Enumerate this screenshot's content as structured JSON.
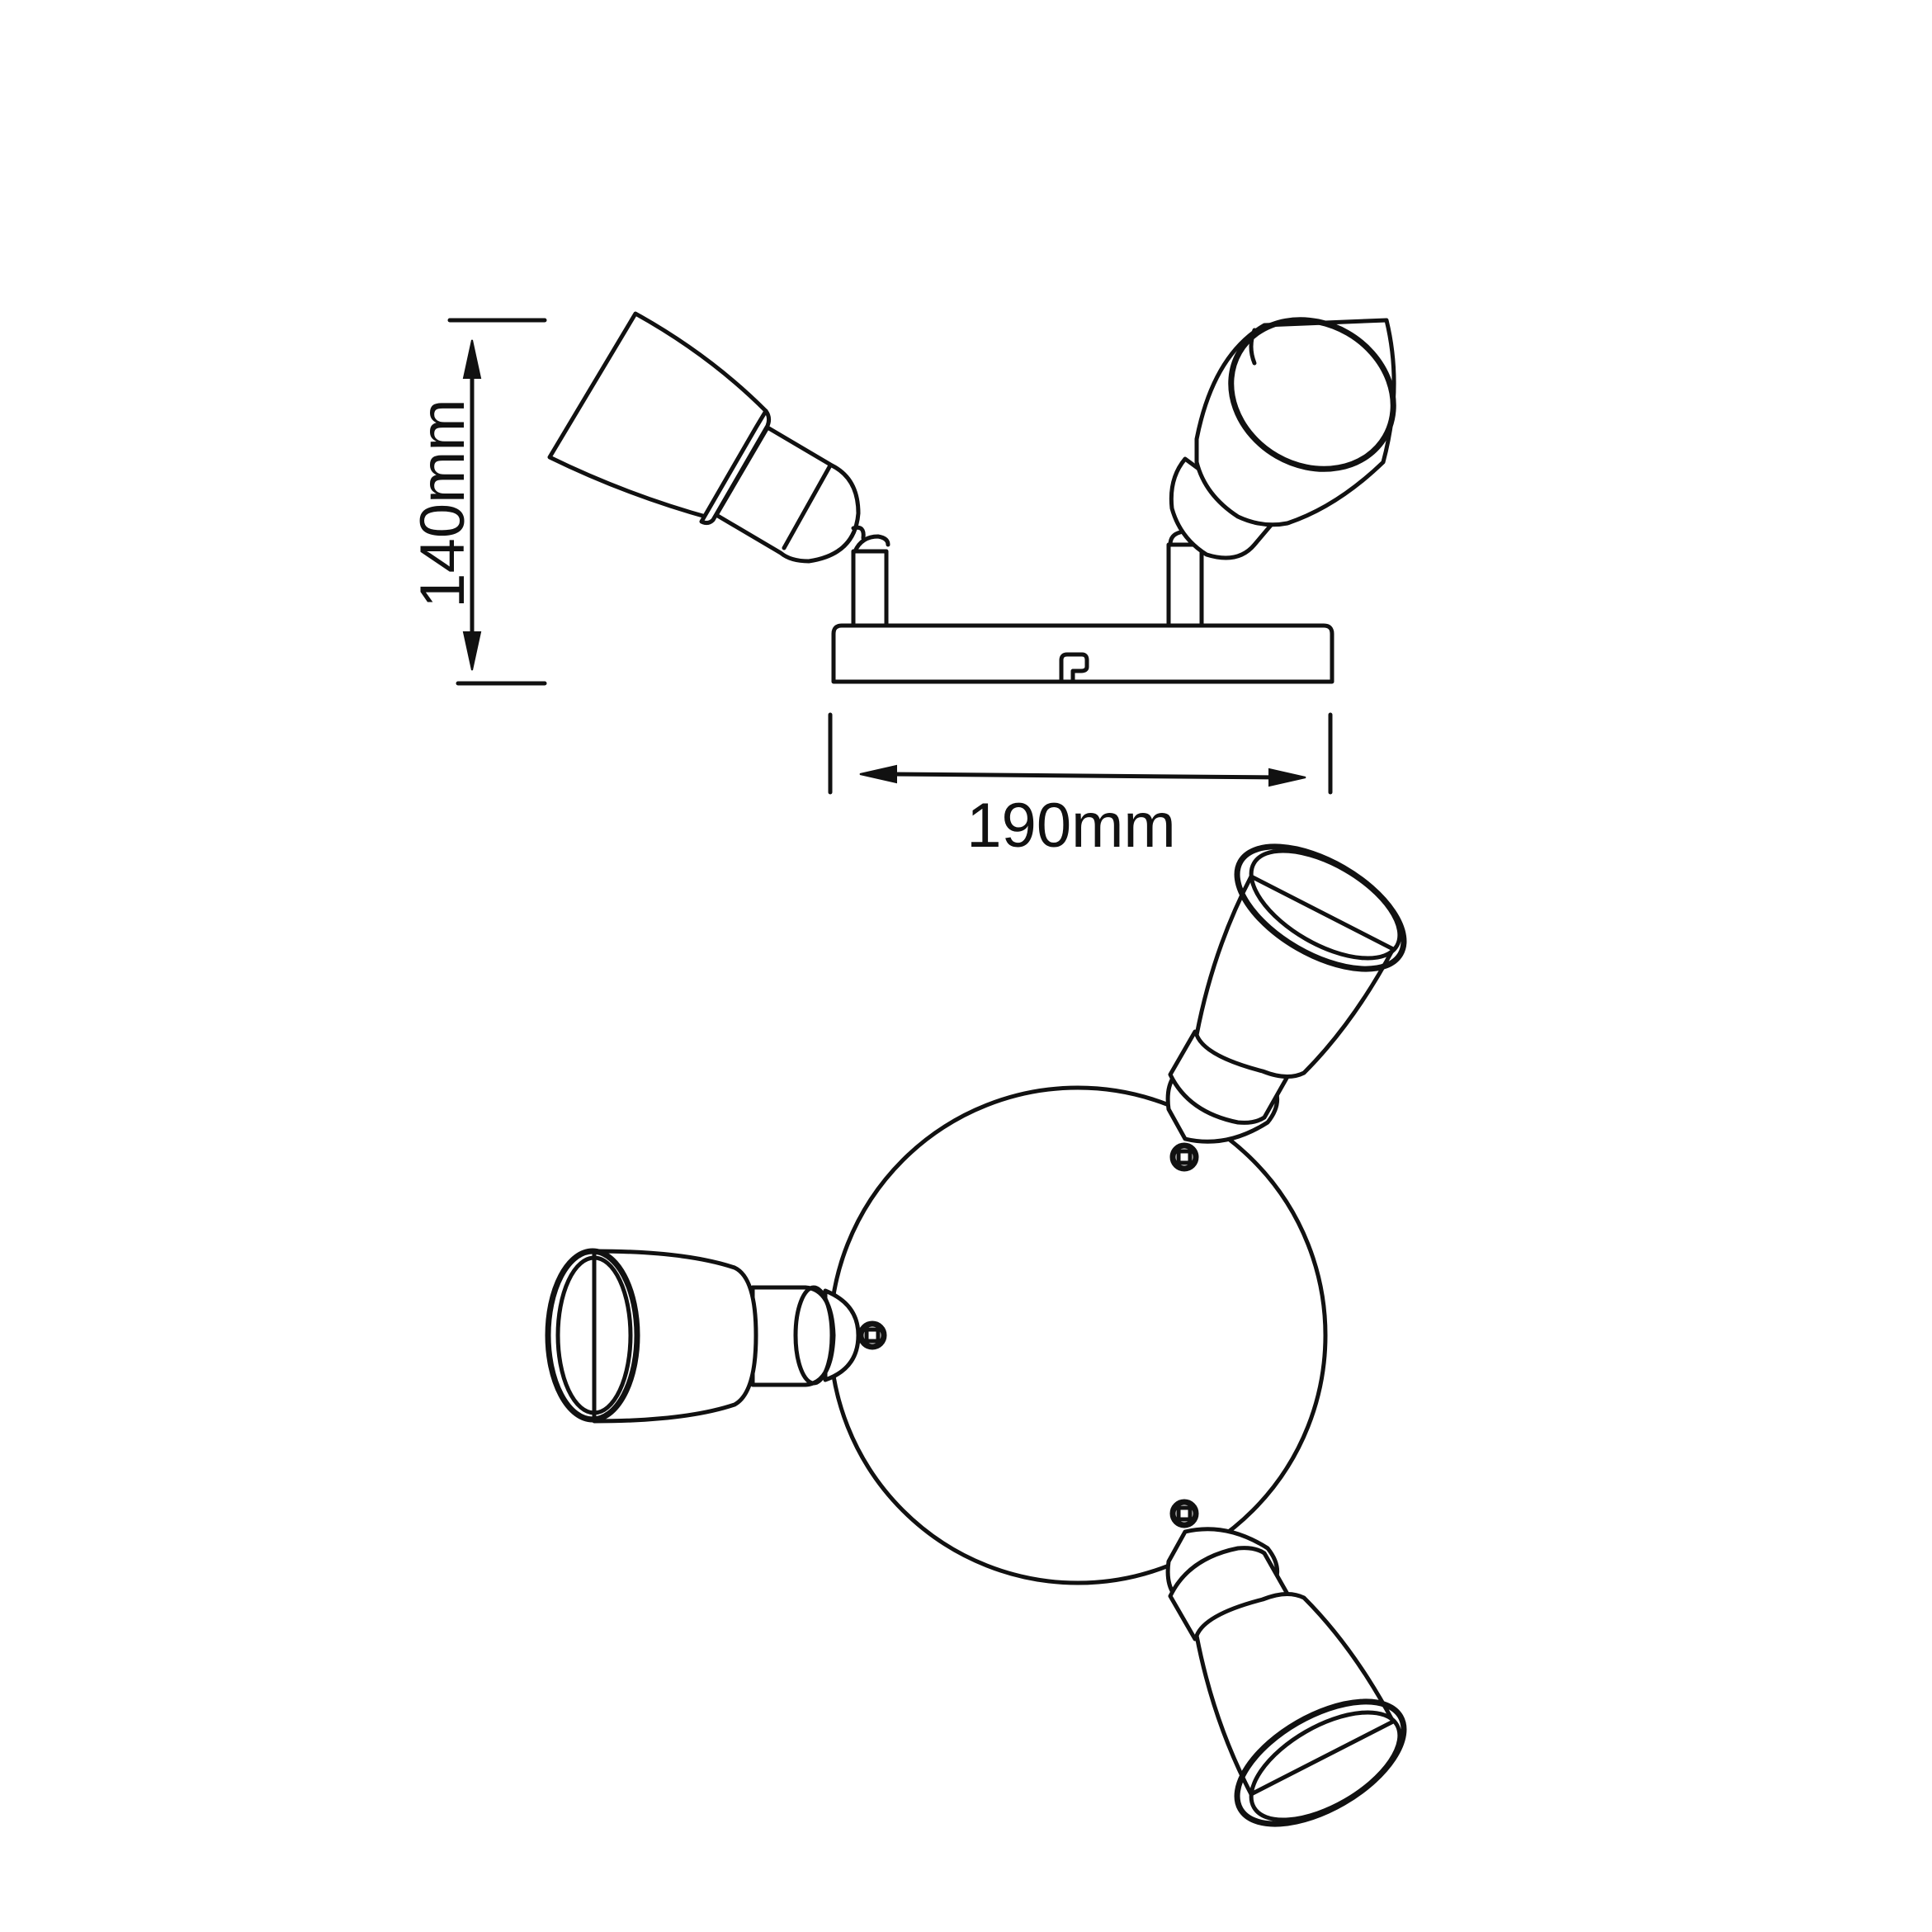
{
  "dimensions": {
    "height_label": "140mm",
    "width_label": "190mm"
  },
  "views": [
    "side-view",
    "top-view"
  ],
  "colors": {
    "line": "#111111",
    "background": "#ffffff"
  }
}
